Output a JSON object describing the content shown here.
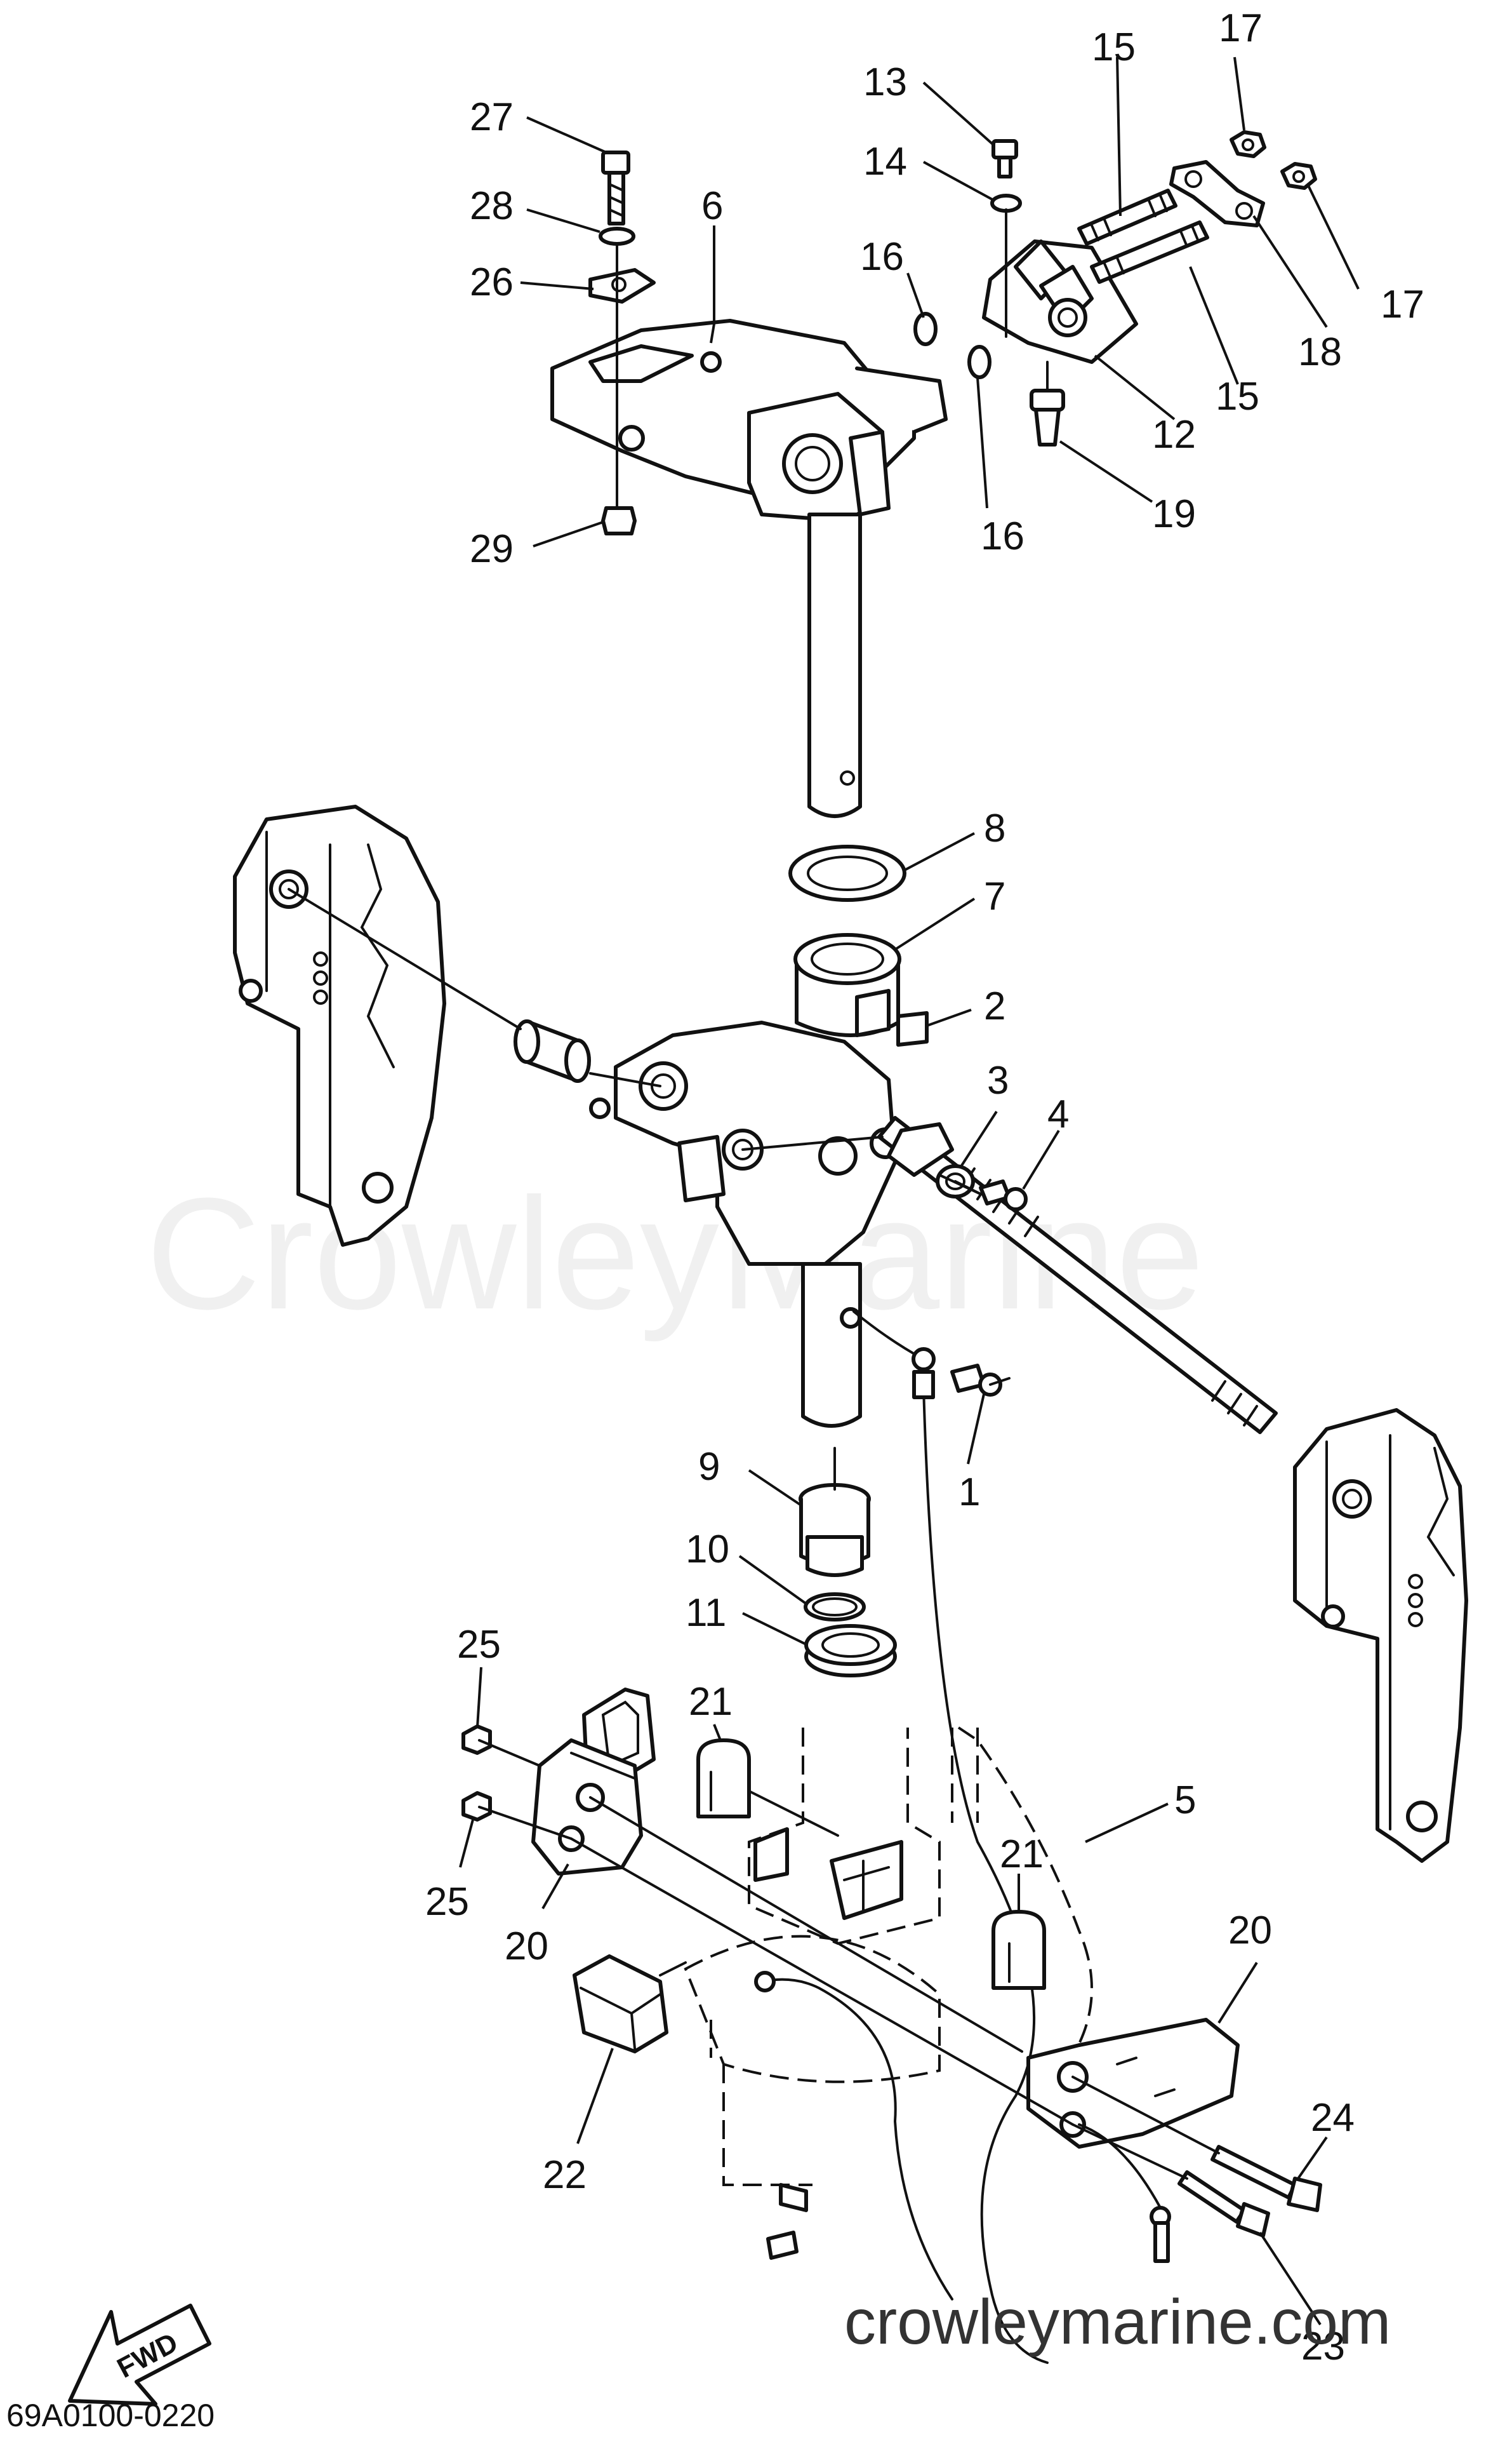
{
  "watermark": "CrowleyMarine",
  "site_watermark": "crowleymarine.com",
  "diagram_code": "69A0100-0220",
  "fwd_label": "FWD",
  "callouts": [
    {
      "id": "c27",
      "label": "27"
    },
    {
      "id": "c28",
      "label": "28"
    },
    {
      "id": "c26",
      "label": "26"
    },
    {
      "id": "c6",
      "label": "6"
    },
    {
      "id": "c29",
      "label": "29"
    },
    {
      "id": "c13",
      "label": "13"
    },
    {
      "id": "c14",
      "label": "14"
    },
    {
      "id": "c16a",
      "label": "16"
    },
    {
      "id": "c16b",
      "label": "16"
    },
    {
      "id": "c15a",
      "label": "15"
    },
    {
      "id": "c15b",
      "label": "15"
    },
    {
      "id": "c17a",
      "label": "17"
    },
    {
      "id": "c17b",
      "label": "17"
    },
    {
      "id": "c18",
      "label": "18"
    },
    {
      "id": "c12",
      "label": "12"
    },
    {
      "id": "c19",
      "label": "19"
    },
    {
      "id": "c8",
      "label": "8"
    },
    {
      "id": "c7",
      "label": "7"
    },
    {
      "id": "c2",
      "label": "2"
    },
    {
      "id": "c3",
      "label": "3"
    },
    {
      "id": "c4",
      "label": "4"
    },
    {
      "id": "c1",
      "label": "1"
    },
    {
      "id": "c9",
      "label": "9"
    },
    {
      "id": "c10",
      "label": "10"
    },
    {
      "id": "c11",
      "label": "11"
    },
    {
      "id": "c5",
      "label": "5"
    },
    {
      "id": "c25a",
      "label": "25"
    },
    {
      "id": "c25b",
      "label": "25"
    },
    {
      "id": "c21a",
      "label": "21"
    },
    {
      "id": "c21b",
      "label": "21"
    },
    {
      "id": "c20a",
      "label": "20"
    },
    {
      "id": "c20b",
      "label": "20"
    },
    {
      "id": "c22",
      "label": "22"
    },
    {
      "id": "c24",
      "label": "24"
    },
    {
      "id": "c23",
      "label": "23"
    }
  ]
}
